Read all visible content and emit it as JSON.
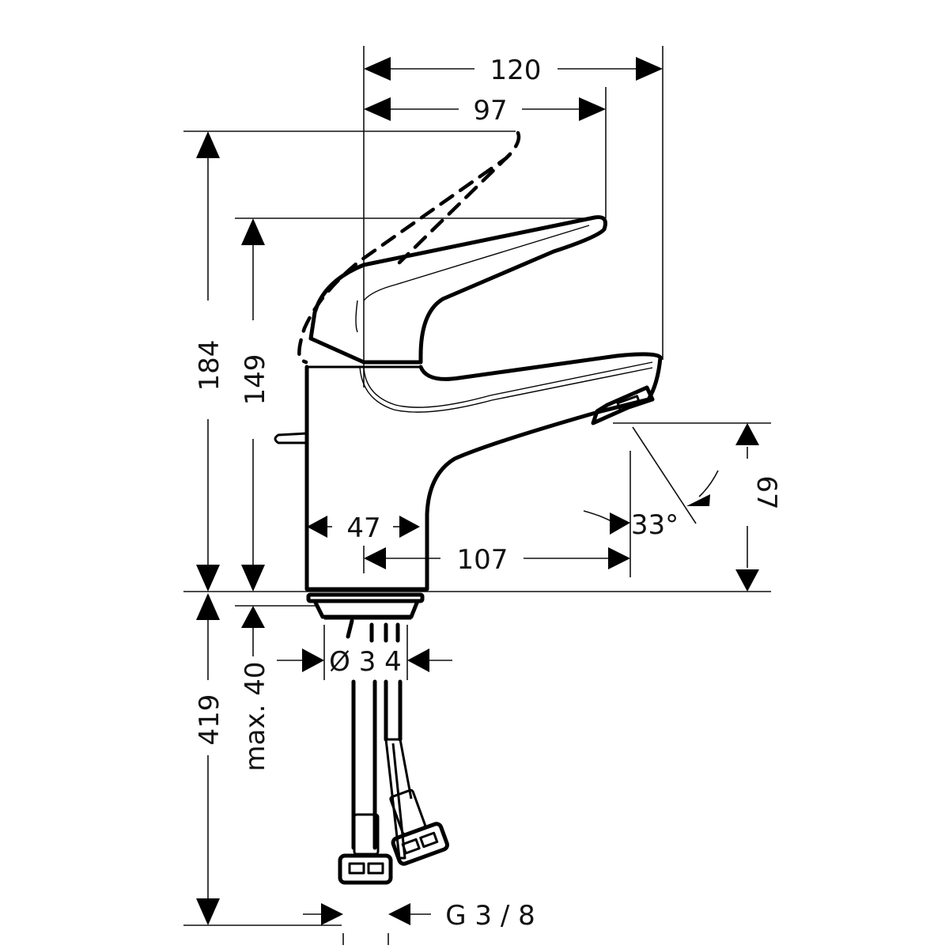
{
  "drawing": {
    "subject": "single-lever basin mixer tap, side elevation",
    "units": "mm",
    "colors": {
      "line": "#000000",
      "background": "#ffffff"
    }
  },
  "dimensions": {
    "overall_depth": "120",
    "lever_reach": "97",
    "overall_height": "184",
    "lever_height": "149",
    "body_width": "47",
    "spout_projection": "107",
    "spout_angle": "33°",
    "spout_outlet_height": "67",
    "tap_hole_diameter": "Ø 3 4",
    "below_deck_length": "419",
    "max_deck_thickness": "max. 40",
    "connection_thread": "G 3 / 8"
  }
}
